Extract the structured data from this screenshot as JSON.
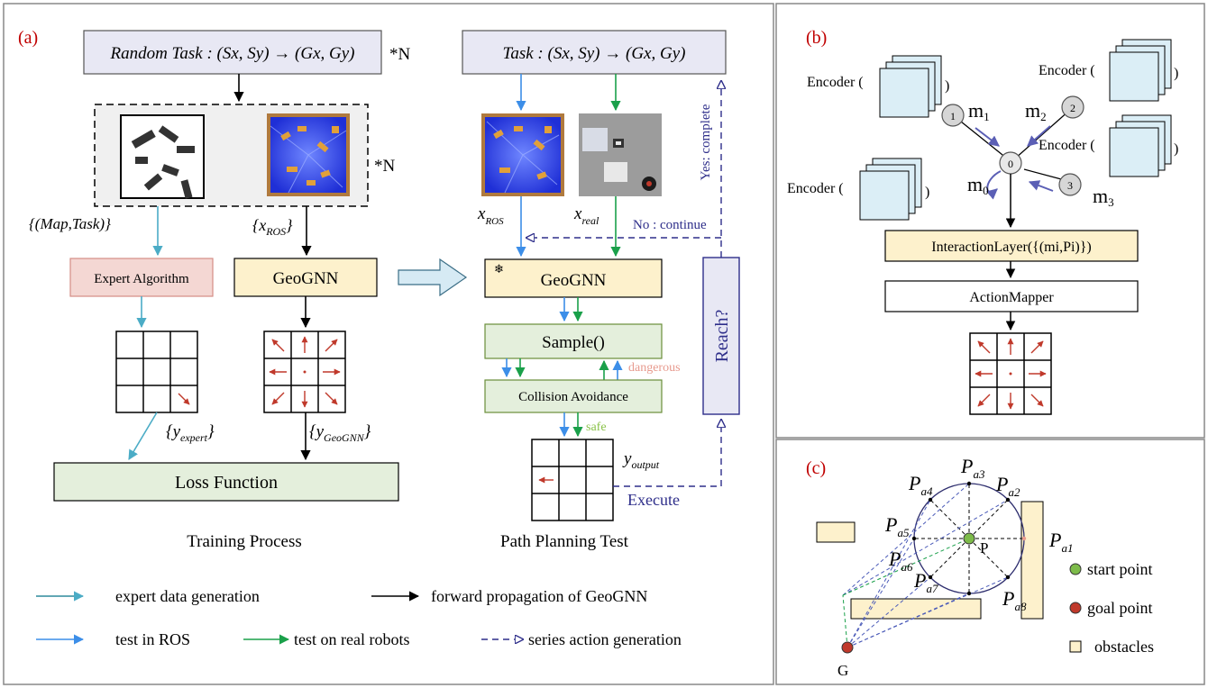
{
  "panel_a": {
    "label": "(a)",
    "random_task": "Random Task : (Sx, Sy) → (Gx, Gy)",
    "task": "Task : (Sx, Sy) → (Gx, Gy)",
    "times_n_1": "*N",
    "times_n_2": "*N",
    "map_task_label": "{(Map,Task)}",
    "x_ros_set_label": "{x",
    "x_ros_set_sub": "ROS",
    "x_ros_label": "x",
    "x_ros_sub": "ROS",
    "x_real_label": "x",
    "x_real_sub": "real",
    "expert_algorithm": "Expert Algorithm",
    "geognn_train": "GeoGNN",
    "geognn_test": "GeoGNN",
    "snowflake": "❄",
    "sample": "Sample()",
    "collision_avoidance": "Collision Avoidance",
    "dangerous": "dangerous",
    "safe": "safe",
    "reach": "Reach?",
    "yes_complete": "Yes:  complete",
    "no_continue": "No : continue",
    "execute": "Execute",
    "y_expert": "{y",
    "y_expert_sub": "expert",
    "y_geognn": "{y",
    "y_geognn_sub": "GeoGNN",
    "y_output": "y",
    "y_output_sub": "output",
    "loss_function": "Loss Function",
    "training_process": "Training Process",
    "path_planning_test": "Path Planning Test",
    "legend": {
      "expert": "expert data generation",
      "forward": "forward propagation of GeoGNN",
      "ros": "test in ROS",
      "real": "test  on real robots",
      "series": "series action generation"
    }
  },
  "panel_b": {
    "label": "(b)",
    "encoder": "Encoder (",
    "m0": "m",
    "m0_sub": "0",
    "m1": "m",
    "m1_sub": "1",
    "m2": "m",
    "m2_sub": "2",
    "m3": "m",
    "m3_sub": "3",
    "node_0": "0",
    "node_1": "1",
    "node_2": "2",
    "node_3": "3",
    "interaction_layer": "InteractionLayer({(mi,Pi)})",
    "action_mapper": "ActionMapper"
  },
  "panel_c": {
    "label": "(c)",
    "p": "P",
    "pa1": "P",
    "pa1_sub": "a1",
    "pa2": "P",
    "pa2_sub": "a2",
    "pa3": "P",
    "pa3_sub": "a3",
    "pa4": "P",
    "pa4_sub": "a4",
    "pa5": "P",
    "pa5_sub": "a5",
    "pa6": "P",
    "pa6_sub": "a6",
    "pa7": "P",
    "pa7_sub": "a7",
    "pa8": "P",
    "pa8_sub": "a8",
    "g": "G",
    "legend_start": "start point",
    "legend_goal": "goal point",
    "legend_obstacles": "obstacles"
  },
  "colors": {
    "teal": "#4bacc6",
    "blue": "#3c8ee8",
    "green": "#1aa04a",
    "navy": "#2e2e8a",
    "red_arrow": "#c0392b",
    "cream": "#fdf1cc",
    "pale_green": "#e4efdc",
    "pink": "#f4d7d3"
  }
}
